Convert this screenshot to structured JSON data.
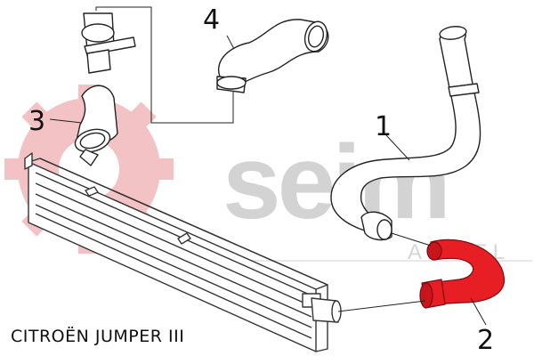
{
  "diagram": {
    "watermark": {
      "brand": "seim",
      "subbrand": "ARWEL",
      "gear_color": "#f3c2c4",
      "text_color": "#d3d3d3"
    },
    "vehicle_label": "CITROËN JUMPER III",
    "callouts": [
      {
        "number": "1",
        "part": "intercooler-hose-upper"
      },
      {
        "number": "2",
        "part": "intercooler-hose-lower"
      },
      {
        "number": "3",
        "part": "intercooler-hose-elbow"
      },
      {
        "number": "4",
        "part": "turbo-hose"
      }
    ],
    "highlight_color": "#e81e25",
    "line_color": "#222222"
  }
}
